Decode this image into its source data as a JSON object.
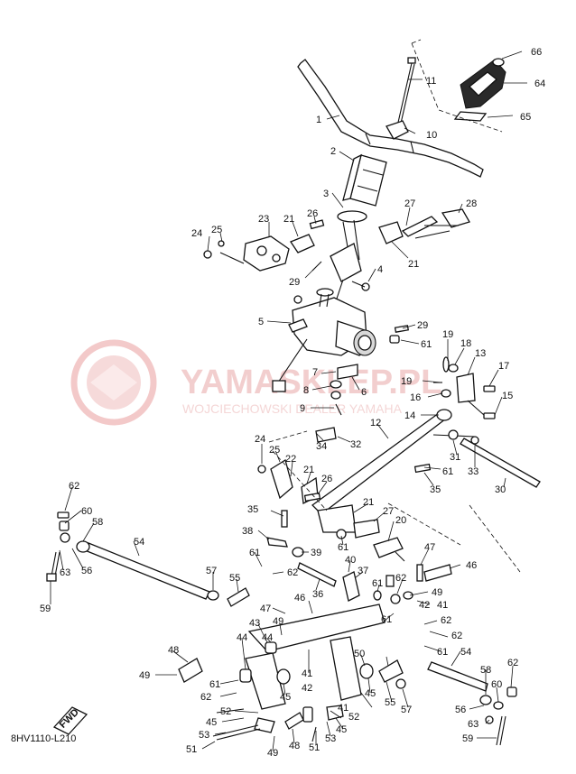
{
  "watermark": {
    "brand": "YAMASKLEP.PL",
    "subtitle": "WOJCIECHOWSKI DEALER YAMAHA"
  },
  "fwd_badge": "FWD",
  "diagram_code": "8HV1110-L210",
  "callouts": [
    {
      "id": "c66",
      "text": "66"
    },
    {
      "id": "c64",
      "text": "64"
    },
    {
      "id": "c65",
      "text": "65"
    },
    {
      "id": "c11",
      "text": "11"
    },
    {
      "id": "c1",
      "text": "1"
    },
    {
      "id": "c10",
      "text": "10"
    },
    {
      "id": "c2",
      "text": "2"
    },
    {
      "id": "c3",
      "text": "3"
    },
    {
      "id": "c27a",
      "text": "27"
    },
    {
      "id": "c28",
      "text": "28"
    },
    {
      "id": "c23",
      "text": "23"
    },
    {
      "id": "c21a",
      "text": "21"
    },
    {
      "id": "c26a",
      "text": "26"
    },
    {
      "id": "c24a",
      "text": "24"
    },
    {
      "id": "c25a",
      "text": "25"
    },
    {
      "id": "c21b",
      "text": "21"
    },
    {
      "id": "c4",
      "text": "4"
    },
    {
      "id": "c29a",
      "text": "29"
    },
    {
      "id": "c5",
      "text": "5"
    },
    {
      "id": "c29b",
      "text": "29"
    },
    {
      "id": "c61a",
      "text": "61"
    },
    {
      "id": "c19a",
      "text": "19"
    },
    {
      "id": "c18",
      "text": "18"
    },
    {
      "id": "c13",
      "text": "13"
    },
    {
      "id": "c17",
      "text": "17"
    },
    {
      "id": "c19b",
      "text": "19"
    },
    {
      "id": "c16",
      "text": "16"
    },
    {
      "id": "c15",
      "text": "15"
    },
    {
      "id": "c7",
      "text": "7"
    },
    {
      "id": "c6",
      "text": "6"
    },
    {
      "id": "c8",
      "text": "8"
    },
    {
      "id": "c9",
      "text": "9"
    },
    {
      "id": "c14",
      "text": "14"
    },
    {
      "id": "c12",
      "text": "12"
    },
    {
      "id": "c34",
      "text": "34"
    },
    {
      "id": "c32",
      "text": "32"
    },
    {
      "id": "c24b",
      "text": "24"
    },
    {
      "id": "c25b",
      "text": "25"
    },
    {
      "id": "c22",
      "text": "22"
    },
    {
      "id": "c31",
      "text": "31"
    },
    {
      "id": "c33",
      "text": "33"
    },
    {
      "id": "c61b",
      "text": "61"
    },
    {
      "id": "c21c",
      "text": "21"
    },
    {
      "id": "c26b",
      "text": "26"
    },
    {
      "id": "c35a",
      "text": "35"
    },
    {
      "id": "c30",
      "text": "30"
    },
    {
      "id": "c35b",
      "text": "35"
    },
    {
      "id": "c21d",
      "text": "21"
    },
    {
      "id": "c27b",
      "text": "27"
    },
    {
      "id": "c20",
      "text": "20"
    },
    {
      "id": "c62a",
      "text": "62"
    },
    {
      "id": "c60a",
      "text": "60"
    },
    {
      "id": "c58a",
      "text": "58"
    },
    {
      "id": "c38",
      "text": "38"
    },
    {
      "id": "c39",
      "text": "39"
    },
    {
      "id": "c61c",
      "text": "61"
    },
    {
      "id": "c54a",
      "text": "54"
    },
    {
      "id": "c47a",
      "text": "47"
    },
    {
      "id": "c46a",
      "text": "46"
    },
    {
      "id": "c63a",
      "text": "63"
    },
    {
      "id": "c56a",
      "text": "56"
    },
    {
      "id": "c61d",
      "text": "61"
    },
    {
      "id": "c62b",
      "text": "62"
    },
    {
      "id": "c40",
      "text": "40"
    },
    {
      "id": "c37",
      "text": "37"
    },
    {
      "id": "c57a",
      "text": "57"
    },
    {
      "id": "c55a",
      "text": "55"
    },
    {
      "id": "c36",
      "text": "36"
    },
    {
      "id": "c61e",
      "text": "61"
    },
    {
      "id": "c62c",
      "text": "62"
    },
    {
      "id": "c49a",
      "text": "49"
    },
    {
      "id": "c42a",
      "text": "42"
    },
    {
      "id": "c41a",
      "text": "41"
    },
    {
      "id": "c59a",
      "text": "59"
    },
    {
      "id": "c47b",
      "text": "47"
    },
    {
      "id": "c46b",
      "text": "46"
    },
    {
      "id": "c61f",
      "text": "61"
    },
    {
      "id": "c62d",
      "text": "62"
    },
    {
      "id": "c43",
      "text": "43"
    },
    {
      "id": "c49b",
      "text": "49"
    },
    {
      "id": "c44a",
      "text": "44"
    },
    {
      "id": "c44b",
      "text": "44"
    },
    {
      "id": "c62e",
      "text": "62"
    },
    {
      "id": "c48a",
      "text": "48"
    },
    {
      "id": "c50",
      "text": "50"
    },
    {
      "id": "c61g",
      "text": "61"
    },
    {
      "id": "c54b",
      "text": "54"
    },
    {
      "id": "c49c",
      "text": "49"
    },
    {
      "id": "c61h",
      "text": "61"
    },
    {
      "id": "c45a",
      "text": "45"
    },
    {
      "id": "c41b",
      "text": "41"
    },
    {
      "id": "c42b",
      "text": "42"
    },
    {
      "id": "c45b",
      "text": "45"
    },
    {
      "id": "c55b",
      "text": "55"
    },
    {
      "id": "c58b",
      "text": "58"
    },
    {
      "id": "c62f",
      "text": "62"
    },
    {
      "id": "c60b",
      "text": "60"
    },
    {
      "id": "c62g",
      "text": "62"
    },
    {
      "id": "c41c",
      "text": "41"
    },
    {
      "id": "c57b",
      "text": "57"
    },
    {
      "id": "c56b",
      "text": "56"
    },
    {
      "id": "c52a",
      "text": "52"
    },
    {
      "id": "c45c",
      "text": "45"
    },
    {
      "id": "c52b",
      "text": "52"
    },
    {
      "id": "c45d",
      "text": "45"
    },
    {
      "id": "c63b",
      "text": "63"
    },
    {
      "id": "c53a",
      "text": "53"
    },
    {
      "id": "c48b",
      "text": "48"
    },
    {
      "id": "c53b",
      "text": "53"
    },
    {
      "id": "c51a",
      "text": "51"
    },
    {
      "id": "c49d",
      "text": "49"
    },
    {
      "id": "c51b",
      "text": "51"
    },
    {
      "id": "c59b",
      "text": "59"
    }
  ]
}
